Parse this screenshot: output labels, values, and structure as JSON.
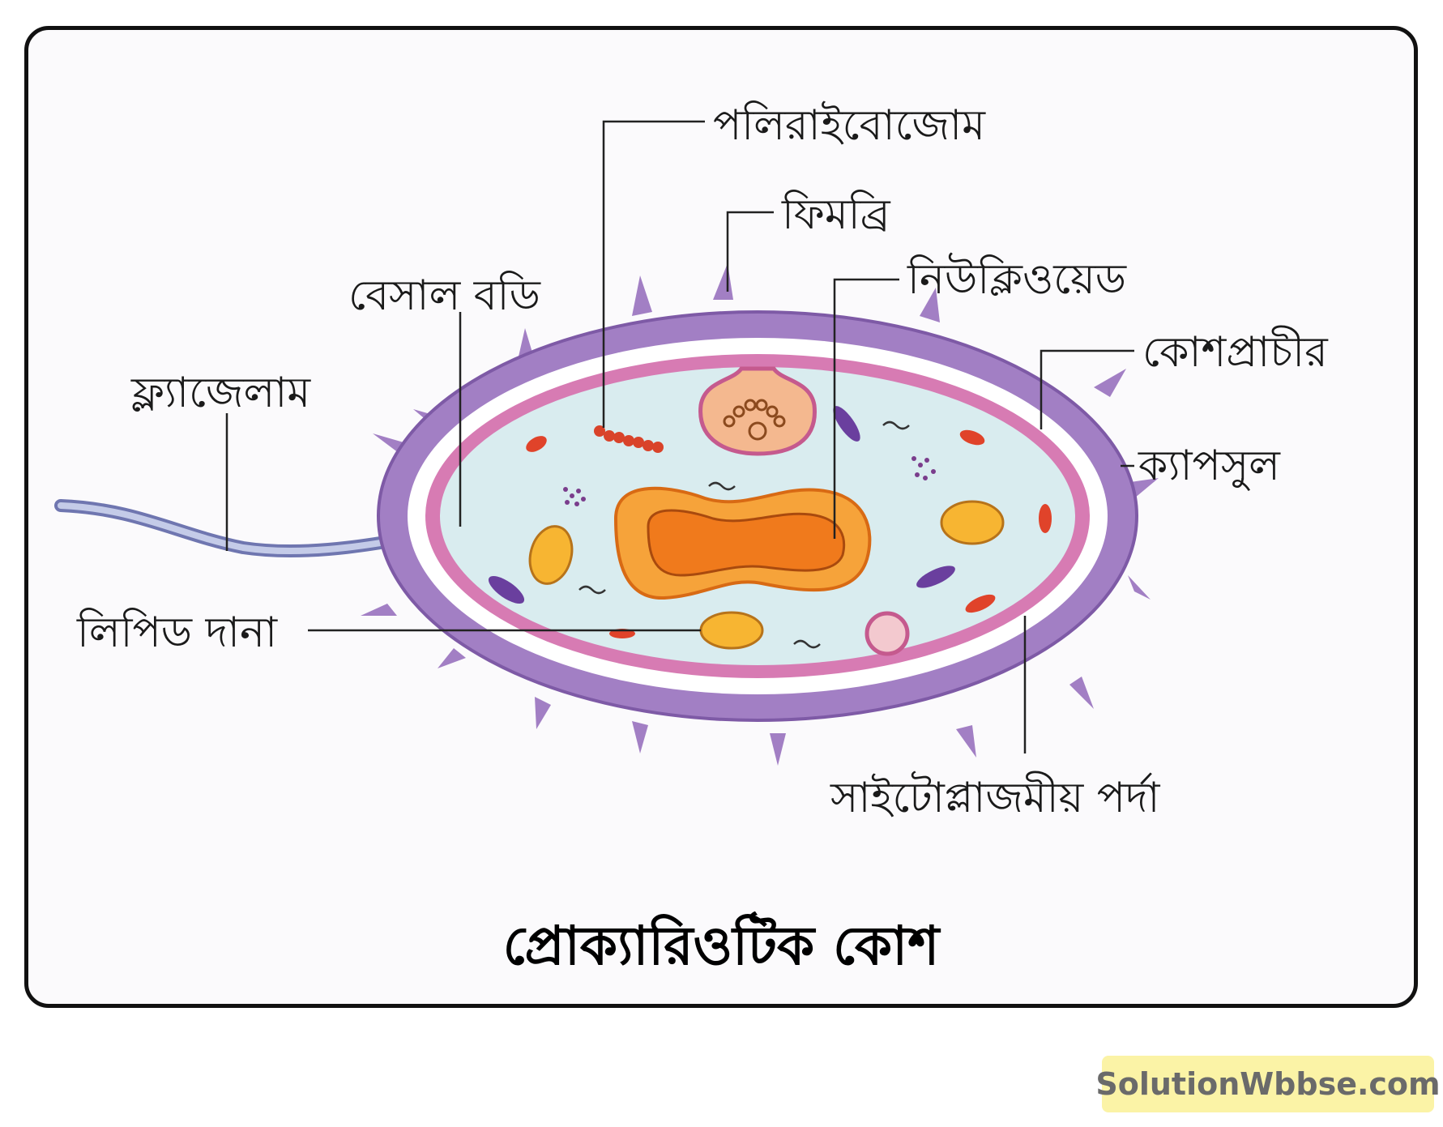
{
  "title": "প্রোক্যারিওটিক কোশ",
  "labels": {
    "polyribosome": "পলিরাইবোজোম",
    "fimbriae": "ফিমব্রি",
    "basal_body": "বেসাল বডি",
    "nucleoid": "নিউক্লিওয়েড",
    "cell_wall": "কোশপ্রাচীর",
    "flagellum": "ফ্ল্যাজেলাম",
    "capsule": "ক্যাপসুল",
    "lipid_granule": "লিপিড দানা",
    "cytoplasmic_membrane": "সাইটোপ্লাজমীয় পর্দা"
  },
  "watermark": "SolutionWbbse.com",
  "colors": {
    "capsule": "#a27fc4",
    "cell_wall_gap": "#ffffff",
    "membrane": "#d77bb3",
    "cytoplasm": "#d9ecef",
    "nucleoid_outer": "#f6a33a",
    "nucleoid_inner": "#f07a1c",
    "lipid": "#f7b532",
    "granule_red": "#e0432a",
    "granule_purple": "#6a3f9e"
  }
}
